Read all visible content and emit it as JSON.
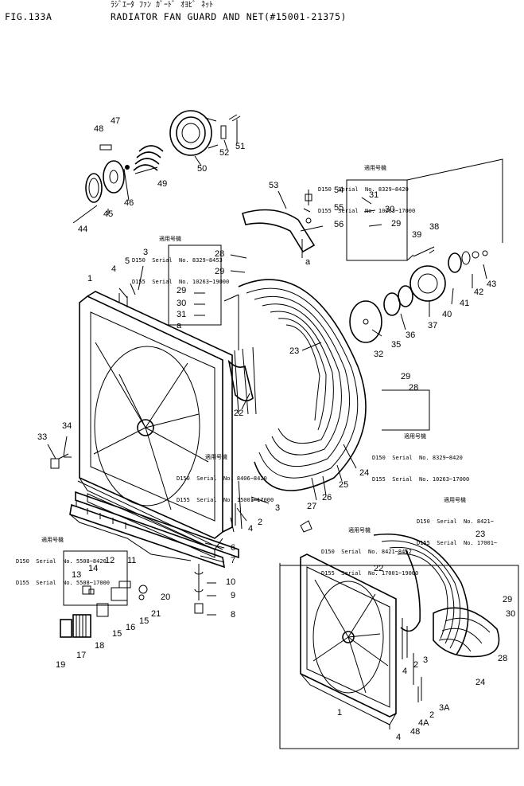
{
  "header": {
    "fig_id": "FIG.133A",
    "title_jp": "ﾗｼﾞｴｰﾀ ﾌｧﾝ ｶﾞｰﾄﾞ ｵﾖﾋﾞ ﾈｯﾄ",
    "title_en": "RADIATOR FAN GUARD AND NET(#15001-21375)"
  },
  "notes": {
    "n1": {
      "jp": "適用号機",
      "l1": "D150  Serial  No. 8329~8420",
      "l2": "D155  Serial  No. 10263~17000"
    },
    "n2": {
      "jp": "適用号機",
      "l1": "D150  Serial  No. 8329~8453",
      "l2": "D155  Serial  No. 10263~19000"
    },
    "n3": {
      "jp": "適用号機",
      "l1": "D150  Serial  No. 8329~8420",
      "l2": "D155  Serial  No. 10263~17000"
    },
    "n4": {
      "jp": "適用号機",
      "l1": "D150  Serial  No. 8406~8420",
      "l2": "D155  Serial  No. 15001~17000"
    },
    "n5": {
      "jp": "適用号機",
      "l1": "D150  Serial  No. 8421~",
      "l2": "D155  Serial  No. 17001~"
    },
    "n6": {
      "jp": "適用号機",
      "l1": "D150  Serial  No. 5508~8420",
      "l2": "D155  Serial  No. 5508~17000"
    },
    "n7": {
      "jp": "適用号機",
      "l1": "D150  Serial  No. 8421~8452",
      "l2": "D155  Serial  No. 17001~19000"
    }
  },
  "parts": {
    "p47": "47",
    "p48": "48",
    "p52": "52",
    "p51": "51",
    "p49": "49",
    "p50": "50",
    "p46": "46",
    "p45": "45",
    "p44": "44",
    "p53": "53",
    "p54": "54",
    "p55": "55",
    "p56": "56",
    "pa1": "a",
    "p31a": "31",
    "p30a": "30",
    "p29a": "29",
    "p38": "38",
    "p39": "39",
    "p40": "40",
    "p41": "41",
    "p42": "42",
    "p43": "43",
    "p37": "37",
    "p36": "36",
    "p35": "35",
    "p32": "32",
    "p29b": "29",
    "p28b": "28",
    "p28c": "28",
    "p29c": "29",
    "p29d": "29",
    "p30c": "30",
    "p31c": "31",
    "pa2": "a",
    "p1": "1",
    "p4": "4",
    "p5": "5",
    "p3": "3",
    "p23": "23",
    "p22": "22",
    "p34": "34",
    "p33": "33",
    "p24": "24",
    "p25": "25",
    "p26": "26",
    "p27": "27",
    "p2": "2",
    "p3b": "3",
    "p4b": "4",
    "p6": "6",
    "p7": "7",
    "p10": "10",
    "p9": "9",
    "p8": "8",
    "p12": "12",
    "p13": "13",
    "p14": "14",
    "p11": "11",
    "p20": "20",
    "p21": "21",
    "p15a": "15",
    "p15b": "15",
    "p16": "16",
    "p19": "19",
    "p17": "17",
    "p18": "18",
    "p23r": "23",
    "p22r": "22",
    "p29r": "29",
    "p30r": "30",
    "p28r": "28",
    "p24r": "24",
    "p1r": "1",
    "p3r": "3",
    "p2r": "2",
    "p4r": "4",
    "p3Ar": "3A",
    "p2r2": "2",
    "p4Ar": "4A",
    "p48r": "48",
    "p4r2": "4"
  }
}
